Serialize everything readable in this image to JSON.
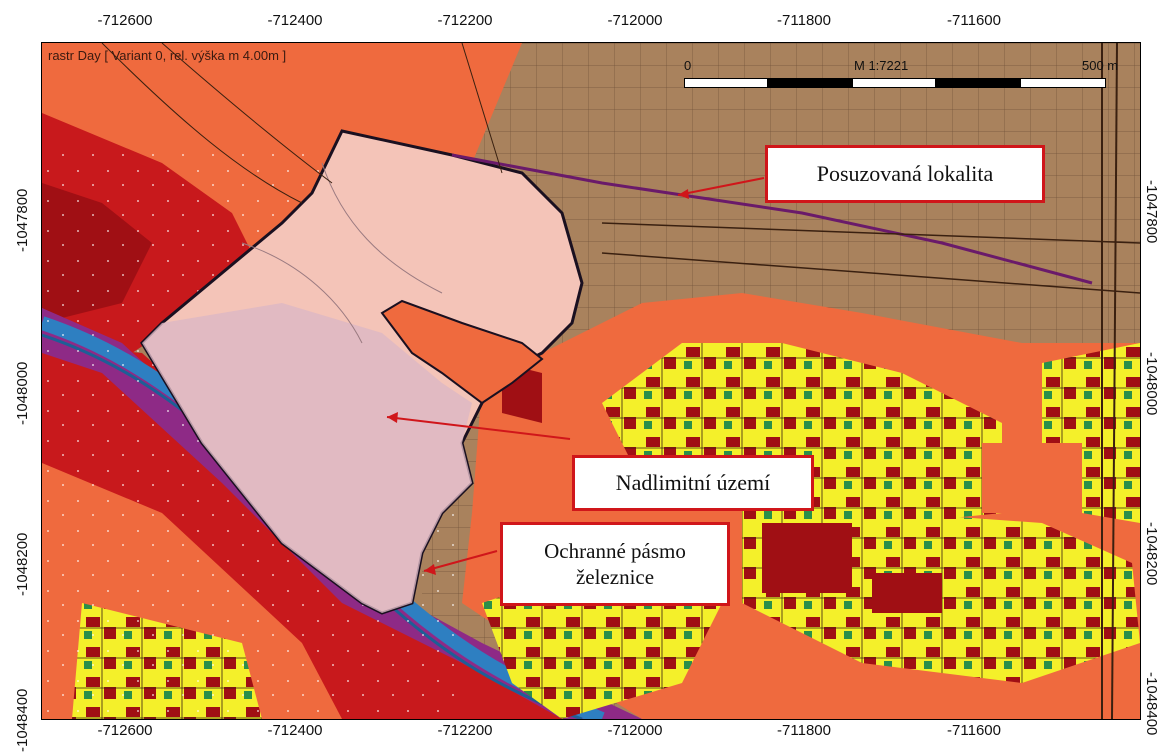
{
  "axis": {
    "x_ticks": [
      "-712600",
      "-712400",
      "-712200",
      "-712000",
      "-711800",
      "-711600"
    ],
    "y_ticks_left": [
      "-1047800",
      "-1048000",
      "-1048200",
      "-1048400"
    ],
    "y_ticks_right": [
      "-1047800",
      "-1048000",
      "-1048200",
      "-1048400"
    ]
  },
  "map": {
    "layer_title": "rastr Day  [ Variant 0, rel. výška m  4.00m ]",
    "scale": {
      "start_label": "0",
      "ratio_label": "M 1:7221",
      "end_label": "500 m"
    },
    "callouts": {
      "assessed_site": "Posuzovaná lokalita",
      "over_limit_area": "Nadlimitní území",
      "railway_zone_line1": "Ochranné pásmo",
      "railway_zone_line2": "železnice"
    },
    "colors": {
      "background_brown": "#a9825d",
      "noise_orange": "#ef6a3e",
      "noise_red": "#c8191c",
      "noise_dark_red": "#a00f14",
      "noise_purple": "#8e2a86",
      "railway_blue": "#2e7fc1",
      "building_yellow": "#f4f02a",
      "site_pink": "#f4c4b8",
      "callout_border": "#d0161a"
    }
  }
}
